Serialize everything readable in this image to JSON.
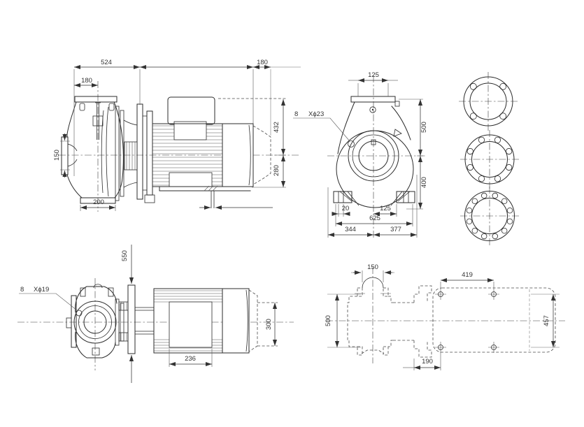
{
  "labels": {
    "side_view": {
      "overall_length": "524",
      "rear_length": "180",
      "flange_offset": "180",
      "suction_diameter": "150",
      "foot_width": "200",
      "height_above_axis": "432",
      "height_below_axis": "280"
    },
    "front_view": {
      "port_width": "125",
      "bolt_count": "8",
      "bolt_spec": "Xϕ23",
      "height_above_axis": "500",
      "height_below_axis": "400",
      "slot_width": "20",
      "foot_offset": "125",
      "foot_span": "625",
      "left_of_axis": "344",
      "right_of_axis": "377"
    },
    "top_view": {
      "flange_od": "550",
      "bolt_count": "8",
      "bolt_spec": "Xϕ19",
      "motor_width": "300",
      "foot_length": "236"
    },
    "base_view": {
      "boss_width": "150",
      "bolt_pitch": "419",
      "pump_end_width": "500",
      "motor_end_width": "457",
      "bolt_offset": "190"
    }
  }
}
